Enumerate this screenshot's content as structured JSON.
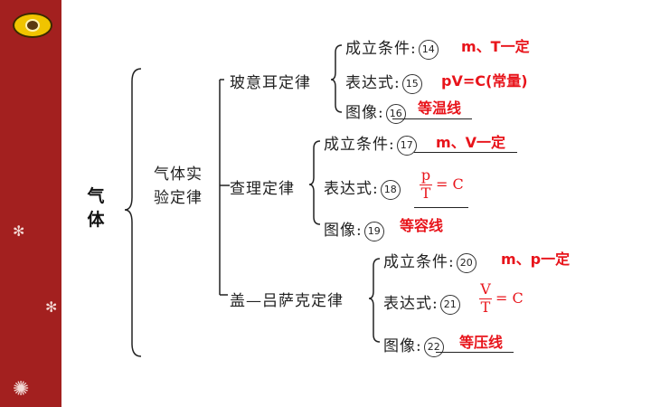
{
  "root": "气体",
  "middle": "气体实验定律",
  "laws": [
    {
      "name": "玻意耳定律",
      "rows": [
        {
          "label": "成立条件:",
          "num": "14",
          "answer": "m、T一定"
        },
        {
          "label": "表达式:",
          "num": "15",
          "answer": "pV=C(常量)"
        },
        {
          "label": "图像:",
          "num": "16",
          "answer": "等温线"
        }
      ]
    },
    {
      "name": "查理定律",
      "rows": [
        {
          "label": "成立条件:",
          "num": "17",
          "answer": "m、V一定"
        },
        {
          "label": "表达式:",
          "num": "18",
          "fraction": {
            "numerator": "p",
            "denominator": "T",
            "rhs": "= C"
          }
        },
        {
          "label": "图像:",
          "num": "19",
          "answer": "等容线"
        }
      ]
    },
    {
      "name": "盖—吕萨克定律",
      "rows": [
        {
          "label": "成立条件:",
          "num": "20",
          "answer": "m、p一定"
        },
        {
          "label": "表达式:",
          "num": "21",
          "fraction": {
            "numerator": "V",
            "denominator": "T",
            "rhs": "= C"
          }
        },
        {
          "label": "图像:",
          "num": "22",
          "answer": "等压线"
        }
      ]
    }
  ],
  "colors": {
    "sidebar": "#a3201f",
    "answer": "#e8141b",
    "text": "#222222"
  }
}
